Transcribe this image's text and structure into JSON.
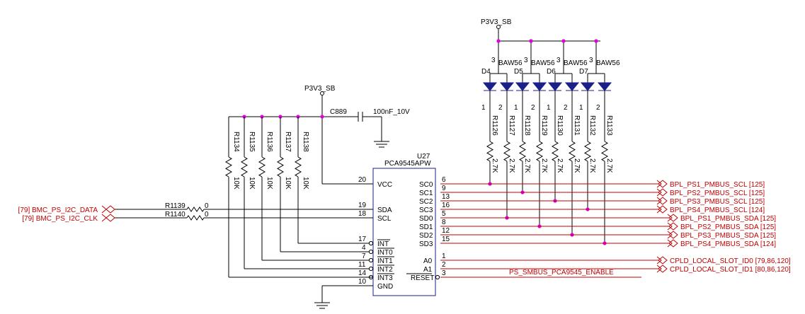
{
  "power": {
    "top": "P3V3_SB",
    "left": "P3V3_SB"
  },
  "capacitor": {
    "ref": "C889",
    "value": "100nF_10V"
  },
  "chip": {
    "ref": "U27",
    "part": "PCA9545APW",
    "left_pins": [
      {
        "num": "20",
        "name": "VCC"
      },
      {
        "num": "19",
        "name": "SDA"
      },
      {
        "num": "18",
        "name": "SCL"
      },
      {
        "num": "17",
        "name": "INT"
      },
      {
        "num": "4",
        "name": "INT0"
      },
      {
        "num": "7",
        "name": "INT1"
      },
      {
        "num": "11",
        "name": "INT2"
      },
      {
        "num": "14",
        "name": "INT3"
      },
      {
        "num": "10",
        "name": "GND"
      }
    ],
    "right_pins": [
      {
        "num": "6",
        "name": "SC0"
      },
      {
        "num": "9",
        "name": "SC1"
      },
      {
        "num": "13",
        "name": "SC2"
      },
      {
        "num": "16",
        "name": "SC3"
      },
      {
        "num": "5",
        "name": "SD0"
      },
      {
        "num": "8",
        "name": "SD1"
      },
      {
        "num": "12",
        "name": "SD2"
      },
      {
        "num": "15",
        "name": "SD3"
      },
      {
        "num": "1",
        "name": "A0"
      },
      {
        "num": "2",
        "name": "A1"
      },
      {
        "num": "3",
        "name": "RESET"
      }
    ]
  },
  "pullups_left": [
    {
      "ref": "R1134",
      "value": "10K"
    },
    {
      "ref": "R1135",
      "value": "10K"
    },
    {
      "ref": "R1136",
      "value": "10K"
    },
    {
      "ref": "R1137",
      "value": "10K"
    },
    {
      "ref": "R1138",
      "value": "10K"
    }
  ],
  "series": [
    {
      "ref": "R1139",
      "value": "0"
    },
    {
      "ref": "R1140",
      "value": "0"
    }
  ],
  "left_nets": [
    {
      "page": "[79]",
      "name": "BMC_PS_I2C_DATA"
    },
    {
      "page": "[79]",
      "name": "BMC_PS_I2C_CLK"
    }
  ],
  "diodes": [
    {
      "ref": "D4",
      "part": "BAW56",
      "pin_top": "3",
      "pin_a": "1",
      "pin_b": "2"
    },
    {
      "ref": "D5",
      "part": "BAW56",
      "pin_top": "3",
      "pin_a": "1",
      "pin_b": "2"
    },
    {
      "ref": "D6",
      "part": "BAW56",
      "pin_top": "3",
      "pin_a": "1",
      "pin_b": "2"
    },
    {
      "ref": "D7",
      "part": "BAW56",
      "pin_top": "3",
      "pin_a": "1",
      "pin_b": "2"
    }
  ],
  "pullups_right": [
    {
      "ref": "R1126",
      "value": "2.7K"
    },
    {
      "ref": "R1127",
      "value": "2.7K"
    },
    {
      "ref": "R1128",
      "value": "2.7K"
    },
    {
      "ref": "R1129",
      "value": "2.7K"
    },
    {
      "ref": "R1130",
      "value": "2.7K"
    },
    {
      "ref": "R1131",
      "value": "2.7K"
    },
    {
      "ref": "R1132",
      "value": "2.7K"
    },
    {
      "ref": "R1133",
      "value": "2.7K"
    }
  ],
  "right_nets": [
    {
      "name": "BPL_PS1_PMBUS_SCL",
      "page": "[125]"
    },
    {
      "name": "BPL_PS2_PMBUS_SCL",
      "page": "[125]"
    },
    {
      "name": "BPL_PS3_PMBUS_SCL",
      "page": "[125]"
    },
    {
      "name": "BPL_PS4_PMBUS_SCL",
      "page": "[124]"
    },
    {
      "name": "BPL_PS1_PMBUS_SDA",
      "page": "[125]"
    },
    {
      "name": "BPL_PS2_PMBUS_SDA",
      "page": "[125]"
    },
    {
      "name": "BPL_PS3_PMBUS_SDA",
      "page": "[125]"
    },
    {
      "name": "BPL_PS4_PMBUS_SDA",
      "page": "[124]"
    },
    {
      "name": "CPLD_LOCAL_SLOT_ID0",
      "page": "[79,86,120]"
    },
    {
      "name": "CPLD_LOCAL_SLOT_ID1",
      "page": "[80,86,120]"
    }
  ],
  "reset_net": "PS_SMBUS_PCA9545_ENABLE"
}
